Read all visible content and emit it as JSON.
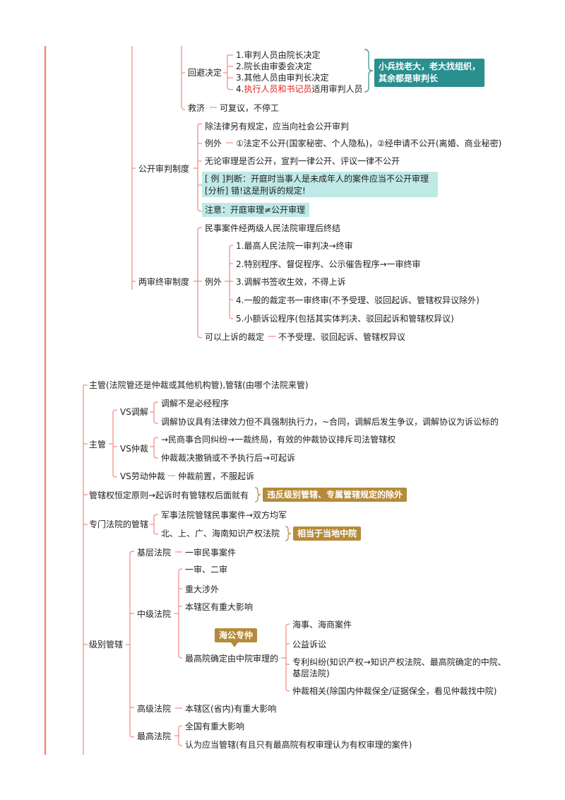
{
  "top": {
    "huibi": {
      "label": "回避决定",
      "items": [
        "1.审判人员由院长决定",
        "2.院长由审委会决定",
        "3.其他人员由审判长决定"
      ],
      "item4_num": "4.",
      "item4_red": "执行人员和书记员",
      "item4_rest": "适用审判人员",
      "callout": "小兵找老大，老大找组织，\n其余都是审判长"
    },
    "jiuji": {
      "label": "救济",
      "value": "可复议，不停工"
    },
    "gongkai": {
      "label": "公开审判制度",
      "items": [
        "除法律另有规定，应当向社会公开审判",
        "例外",
        "①法定不公开(国家秘密、个人隐私)，②经申请不公开(离婚、商业秘密)",
        "无论审理是否公开，宣判一律公开、评议一律不公开"
      ],
      "example_line1": "[ 例 ]判断：开庭时当事人是未成年人的案件应当不公开审理",
      "example_line2": "[分析] 错!这是刑诉的规定!",
      "note": "注意：开庭审理≠公开审理"
    },
    "liangshen": {
      "label": "两审终审制度",
      "first": "民事案件经两级人民法院审理后终结",
      "exception_label": "例外",
      "exceptions": [
        "1.最高人民法院一审判决→终审",
        "2.特别程序、督促程序、公示催告程序→一审终审",
        "3.调解书签收生效，不得上诉",
        "4.一般的裁定书一审终审(不予受理、驳回起诉、管辖权异议除外)",
        "5.小额诉讼程序(包括其实体判决、驳回起诉和管辖权异议)"
      ],
      "appeal_label": "可以上诉的裁定",
      "appeal_value": "不予受理、驳回起诉、管辖权异议"
    }
  },
  "bottom": {
    "title": "主管(法院管还是仲裁或其他机构管),管辖(由哪个法院来管)",
    "zhuguan": {
      "label": "主管",
      "vs_mediation": {
        "label": "VS调解",
        "items": [
          "调解不是必经程序",
          "调解协议具有法律效力但不具强制执行力，~合同，调解后发生争议，调解协议为诉讼标的"
        ]
      },
      "vs_arbitration": {
        "label": "VS仲裁",
        "items": [
          "→民商事合同纠纷→一裁终局，有效的仲裁协议排斥司法管辖权",
          "仲裁裁决撤销或不予执行后→可起诉"
        ]
      },
      "vs_labor": {
        "label": "VS劳动仲裁",
        "value": "仲裁前置，不服起诉"
      }
    },
    "hengding": {
      "label": "管辖权恒定原则→起诉时有管辖权后面就有",
      "callout": "违反级别管辖、专属管辖规定的除外"
    },
    "zhuanmen": {
      "label": "专门法院的管辖",
      "items": [
        "军事法院管辖民事案件→双方均军",
        "北、上、广、海南知识产权法院"
      ],
      "callout": "相当于当地中院"
    },
    "jibie": {
      "label": "级别管辖",
      "jiceng": {
        "label": "基层法院",
        "value": "一审民事案件"
      },
      "zhongji": {
        "label": "中级法院",
        "items": [
          "一审、二审",
          "重大涉外",
          "本辖区有重大影响"
        ],
        "sub_label": "最高院确定由中院审理的",
        "callout": "海公专仲",
        "sub_items": [
          "海事、海商案件",
          "公益诉讼",
          "专利纠纷(知识产权→知识产权法院、最高院确定的中院、",
          "基层法院)",
          "仲裁相关(除国内仲裁保全/证据保全，看见仲裁找中院)"
        ]
      },
      "gaoji": {
        "label": "高级法院",
        "value": "本辖区(省内)有重大影响"
      },
      "zuigao": {
        "label": "最高法院",
        "items": [
          "全国有重大影响",
          "认为应当管辖(有且只有最高院有权审理认为有权审理的案件)"
        ]
      }
    }
  },
  "colors": {
    "line": "#f08a80",
    "teal": "#2a8f8f",
    "gold": "#b58a3a",
    "highlight": "#bfe9e6",
    "red": "#e2231a"
  }
}
